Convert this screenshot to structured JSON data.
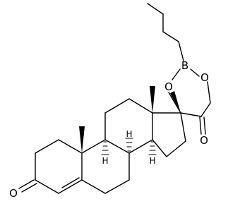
{
  "atoms": {
    "boron": "B",
    "oxygen_ring_left": "O",
    "oxygen_ring_right": "O",
    "oxygen_ketone_side": "O",
    "oxygen_ketone_a_ring": "O",
    "hydrogen_c8": "H",
    "hydrogen_c9": "H",
    "hydrogen_c14": "H"
  }
}
